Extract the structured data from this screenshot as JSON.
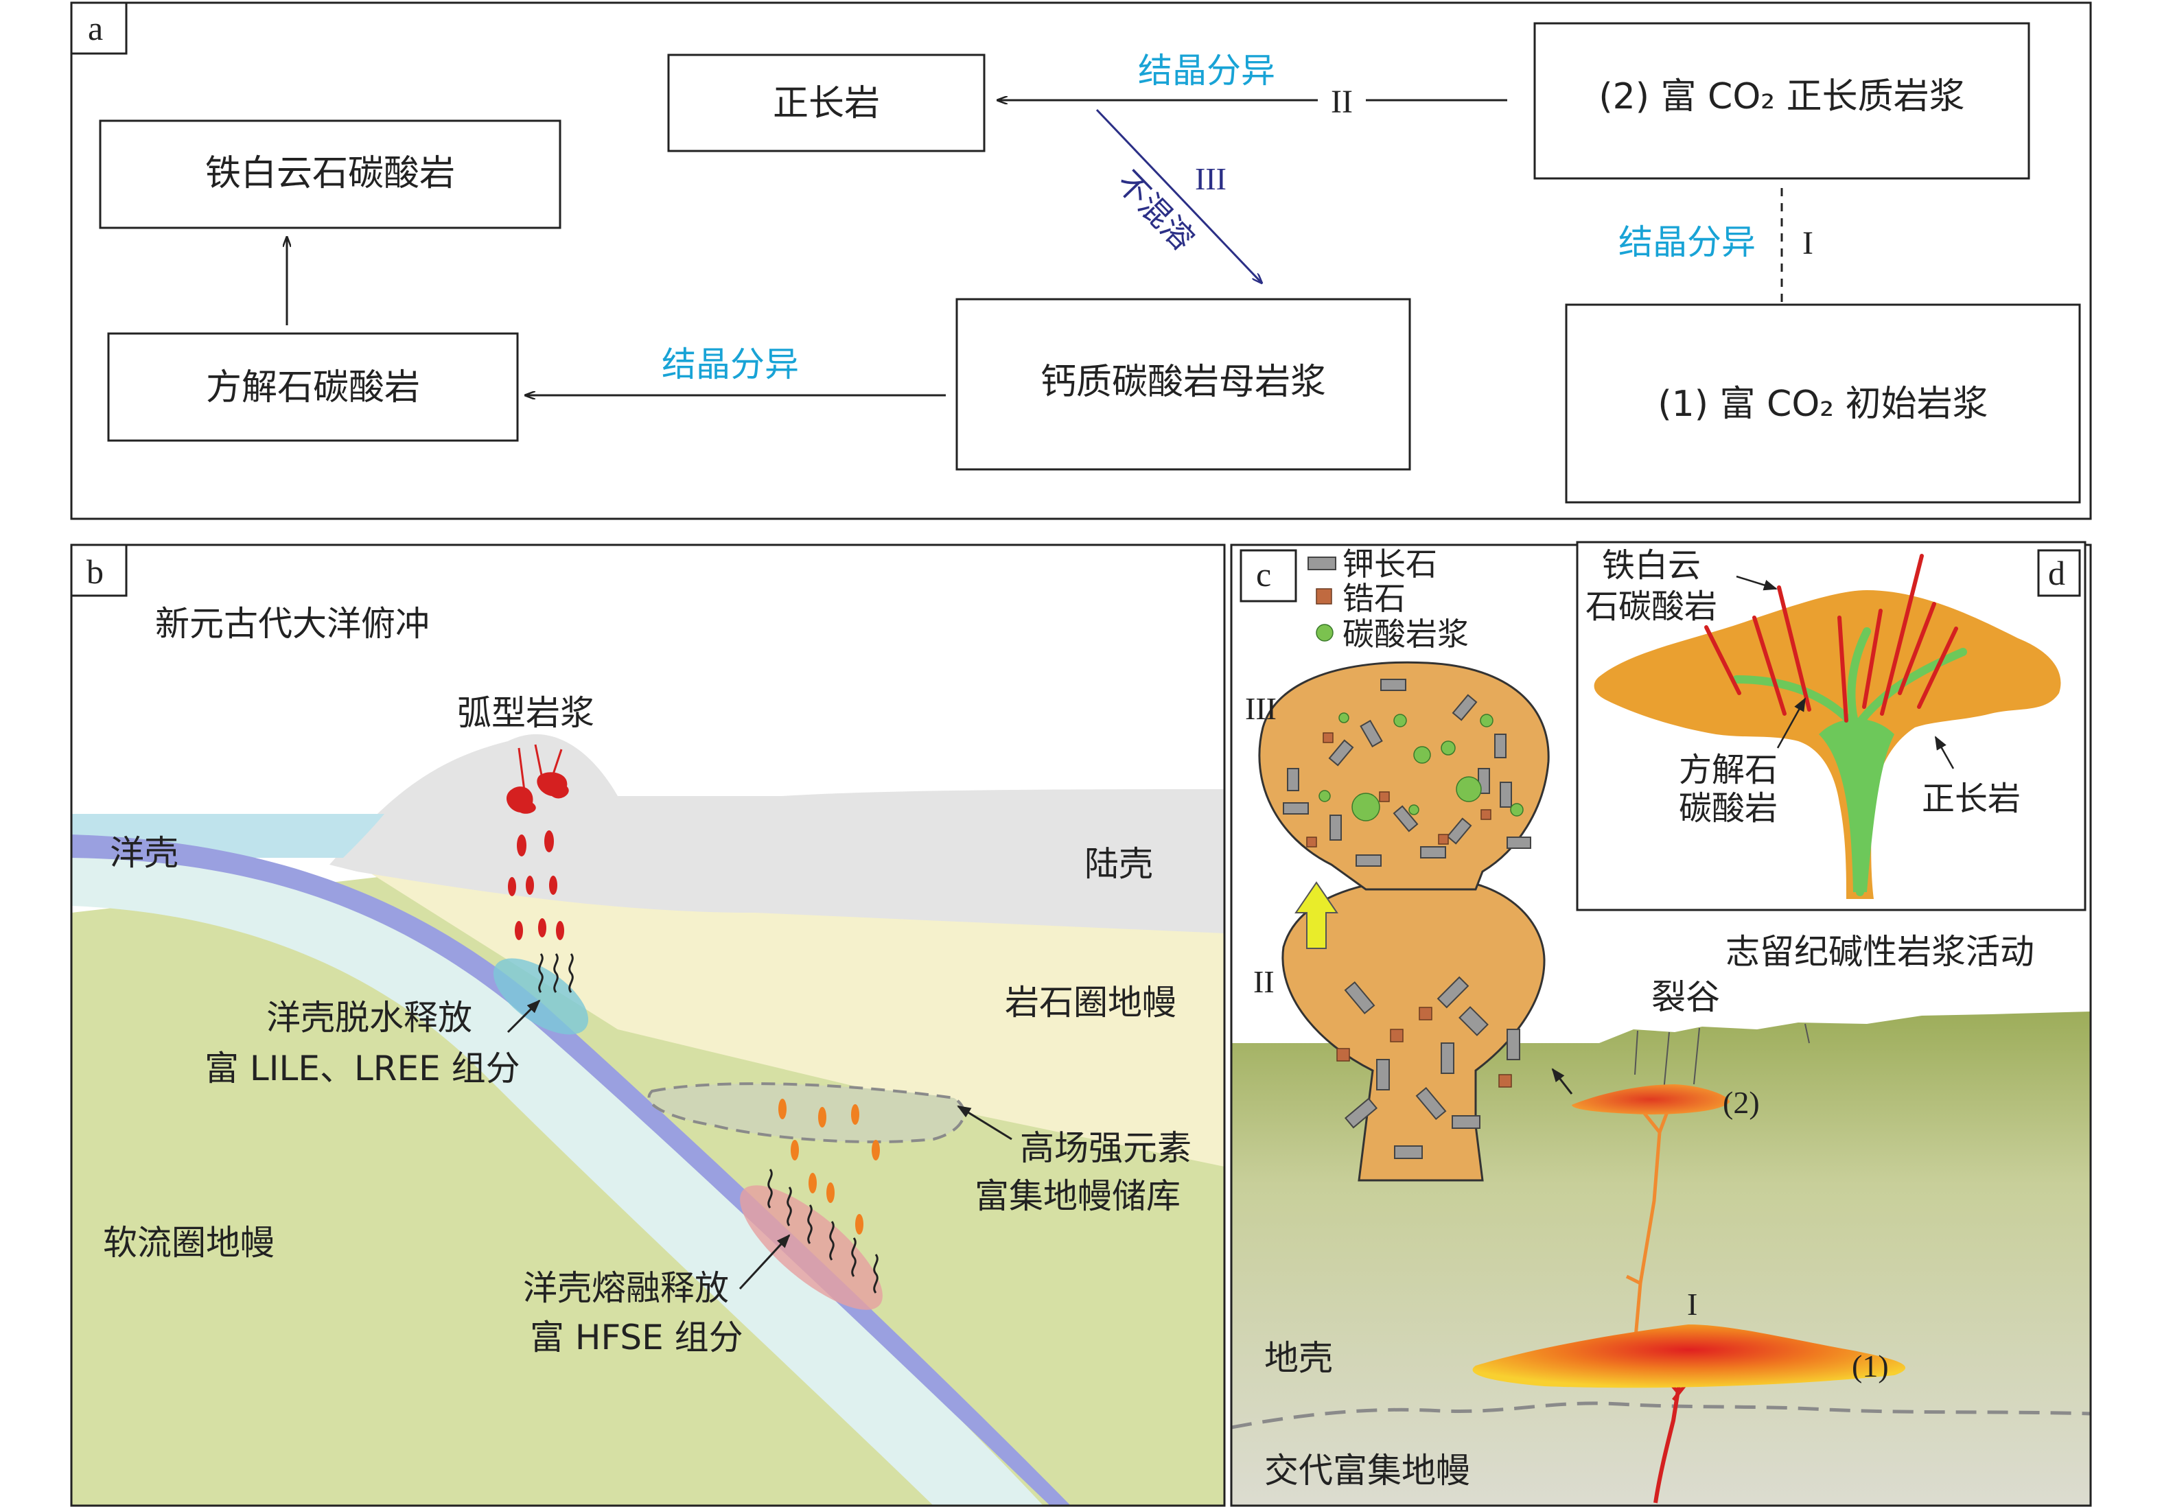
{
  "panel_a": {
    "label": "a",
    "boxes": {
      "orthoclase": "正长岩",
      "co2_syenitic": "(2) 富 CO₂ 正长质岩浆",
      "ankerite": "铁白云石碳酸岩",
      "calcite": "方解石碳酸岩",
      "calcic_parent": "钙质碳酸岩母岩浆",
      "co2_initial": "(1) 富 CO₂ 初始岩浆"
    },
    "arrows": {
      "frac_top": "结晶分异",
      "frac_right": "结晶分异",
      "frac_bottom": "结晶分异",
      "imm": "不混溶",
      "roman_I": "I",
      "roman_II": "II",
      "roman_III": "III"
    }
  },
  "panel_b": {
    "label": "b",
    "title": "新元古代大洋俯冲",
    "arc_magma": "弧型岩浆",
    "oceanic_crust": "洋壳",
    "continental_crust": "陆壳",
    "lithospheric_mantle": "岩石圈地幔",
    "dehydration_line1": "洋壳脱水释放",
    "dehydration_line2": "富 LILE、LREE 组分",
    "reservoir_line1": "高场强元素",
    "reservoir_line2": "富集地幔储库",
    "melting_line1": "洋壳熔融释放",
    "melting_line2": "富 HFSE 组分",
    "asthenosphere": "软流圈地幔"
  },
  "panel_c": {
    "label": "c",
    "legend": {
      "kfeldspar": "钾长石",
      "zircon": "锆石",
      "carbonatite_melt": "碳酸岩浆"
    },
    "stage_III": "III",
    "stage_II": "II",
    "title": "志留纪碱性岩浆活动",
    "rift": "裂谷",
    "chamber_2": "(2)",
    "chamber_1": "(1)",
    "roman_I": "I",
    "crust": "地壳",
    "metasomatized_mantle": "交代富集地幔"
  },
  "panel_d": {
    "label": "d",
    "ankerite_line1": "铁白云",
    "ankerite_line2": "石碳酸岩",
    "calcite_line1": "方解石",
    "calcite_line2": "碳酸岩",
    "syenite": "正长岩"
  },
  "colors": {
    "sky_blue_text": "#18a3d6",
    "navy_text": "#2b2f86",
    "orange_magma": "#e8a84a",
    "green_carbonatite": "#5dbf4a",
    "red_dike": "#d42020"
  }
}
